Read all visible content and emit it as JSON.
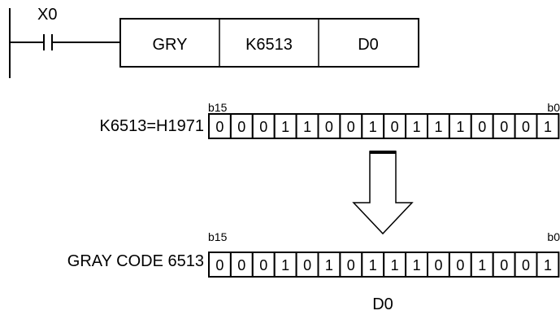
{
  "ladder": {
    "contact_label": "X0",
    "instruction": "GRY",
    "source_operand": "K6513",
    "dest_operand": "D0"
  },
  "source_register": {
    "label": "K6513=H1971",
    "msb_label": "b15",
    "lsb_label": "b0",
    "bits": [
      "0",
      "0",
      "0",
      "1",
      "1",
      "0",
      "0",
      "1",
      "0",
      "1",
      "1",
      "1",
      "0",
      "0",
      "0",
      "1"
    ]
  },
  "result_register": {
    "label": "GRAY CODE 6513",
    "msb_label": "b15",
    "lsb_label": "b0",
    "bits": [
      "0",
      "0",
      "0",
      "1",
      "0",
      "1",
      "0",
      "1",
      "1",
      "1",
      "0",
      "0",
      "1",
      "0",
      "0",
      "1"
    ],
    "device_label": "D0"
  },
  "arrow": {
    "direction": "down"
  }
}
